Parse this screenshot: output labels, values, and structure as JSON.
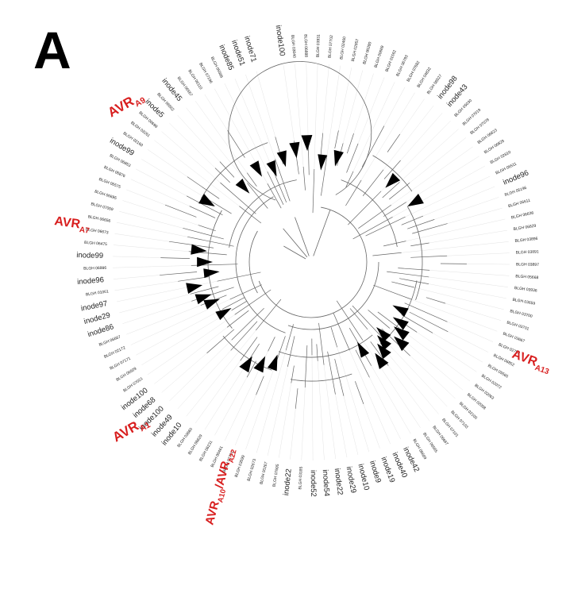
{
  "panel_label": "A",
  "colors": {
    "highlight": "#d81e1e",
    "branch": "#666666",
    "collapsed_clade": "#000000"
  },
  "tip_labels": [
    "inode100",
    "BLGH 03040",
    "BLGH 06888",
    "BLGH 03931",
    "BLGH 07702",
    "BLGH 02460",
    "BLGH 02957",
    "BLGH 00280",
    "BLGH 00669",
    "BLGH 01562",
    "BLGH 06783",
    "BLGH 07682",
    "BLGH 04832",
    "BLGH 06527",
    "inode98",
    "inode43",
    "BLGH 05030",
    "BLGH 07019",
    "BLGH 07078",
    "BLGH 06823",
    "BLGH 06829",
    "BLGH 02810",
    "BLGH 06511",
    "inode96",
    "BLGH 05196",
    "BLGH 06611",
    "BLGH 06636",
    "BLGH 06829",
    "BLGH 03896",
    "BLGH 03891",
    "BLGH 03897",
    "BLGH 05668",
    "BLGH 03936",
    "BLGH 03659",
    "BLGH 03700",
    "BLGH 03701",
    "BLGH 03667",
    "BLGH 02753",
    "BLGH 06852",
    "BLGH 05565",
    "BLGH 02072",
    "BLGH 02063",
    "BLGH 02098",
    "BLGH 02100",
    "BLGH 07103",
    "BLGH 07101",
    "BLGH 06667",
    "BLGH 06565",
    "BLGH 06669",
    "inode42",
    "inode40",
    "inode19",
    "inode9",
    "inode10",
    "inode29",
    "inode22",
    "inode54",
    "inode52",
    "BLGH 03185",
    "inode22",
    "BLGH 07695",
    "BLGH 00267",
    "BLGH 02673",
    "BLGH 03599",
    "BLGH 02781",
    "BLGH 00461",
    "BLGH 06231",
    "BLGH 06629",
    "BLGH 03660",
    "inode10",
    "inode49",
    "inode100",
    "inode68",
    "inode100",
    "BLGH 07021",
    "BLGH 06509",
    "BLGH 07171",
    "BLGH 02172",
    "BLGH 06667",
    "inode86",
    "inode29",
    "inode97",
    "BLGH 01061",
    "inode96",
    "BLGH 06986",
    "inode99",
    "BLGH 06475",
    "BLGH 06673",
    "BLGH 06656",
    "BLGH 07059",
    "BLGH 06695",
    "BLGH 06575",
    "BLGH 06876",
    "BLGH 06853",
    "inode99",
    "BLGH 02160",
    "BLGH 03261",
    "BLGH 00698",
    "inode5",
    "BLGH 06562",
    "inode45",
    "BLGH 06567",
    "BLGH 06110",
    "BLGH 07196",
    "BLGH 05566",
    "inode85",
    "inode51",
    "inode71"
  ],
  "avr_labels": [
    {
      "base": "AVR",
      "sub": "A9"
    },
    {
      "base": "AVR",
      "sub": "A7"
    },
    {
      "base": "AVR",
      "sub": "A13"
    },
    {
      "base": "AVR",
      "sub": "A1"
    },
    {
      "base": "AVR",
      "sub": "A10",
      "sep": "/",
      "base2": "AVR",
      "sub2": "A22"
    }
  ]
}
